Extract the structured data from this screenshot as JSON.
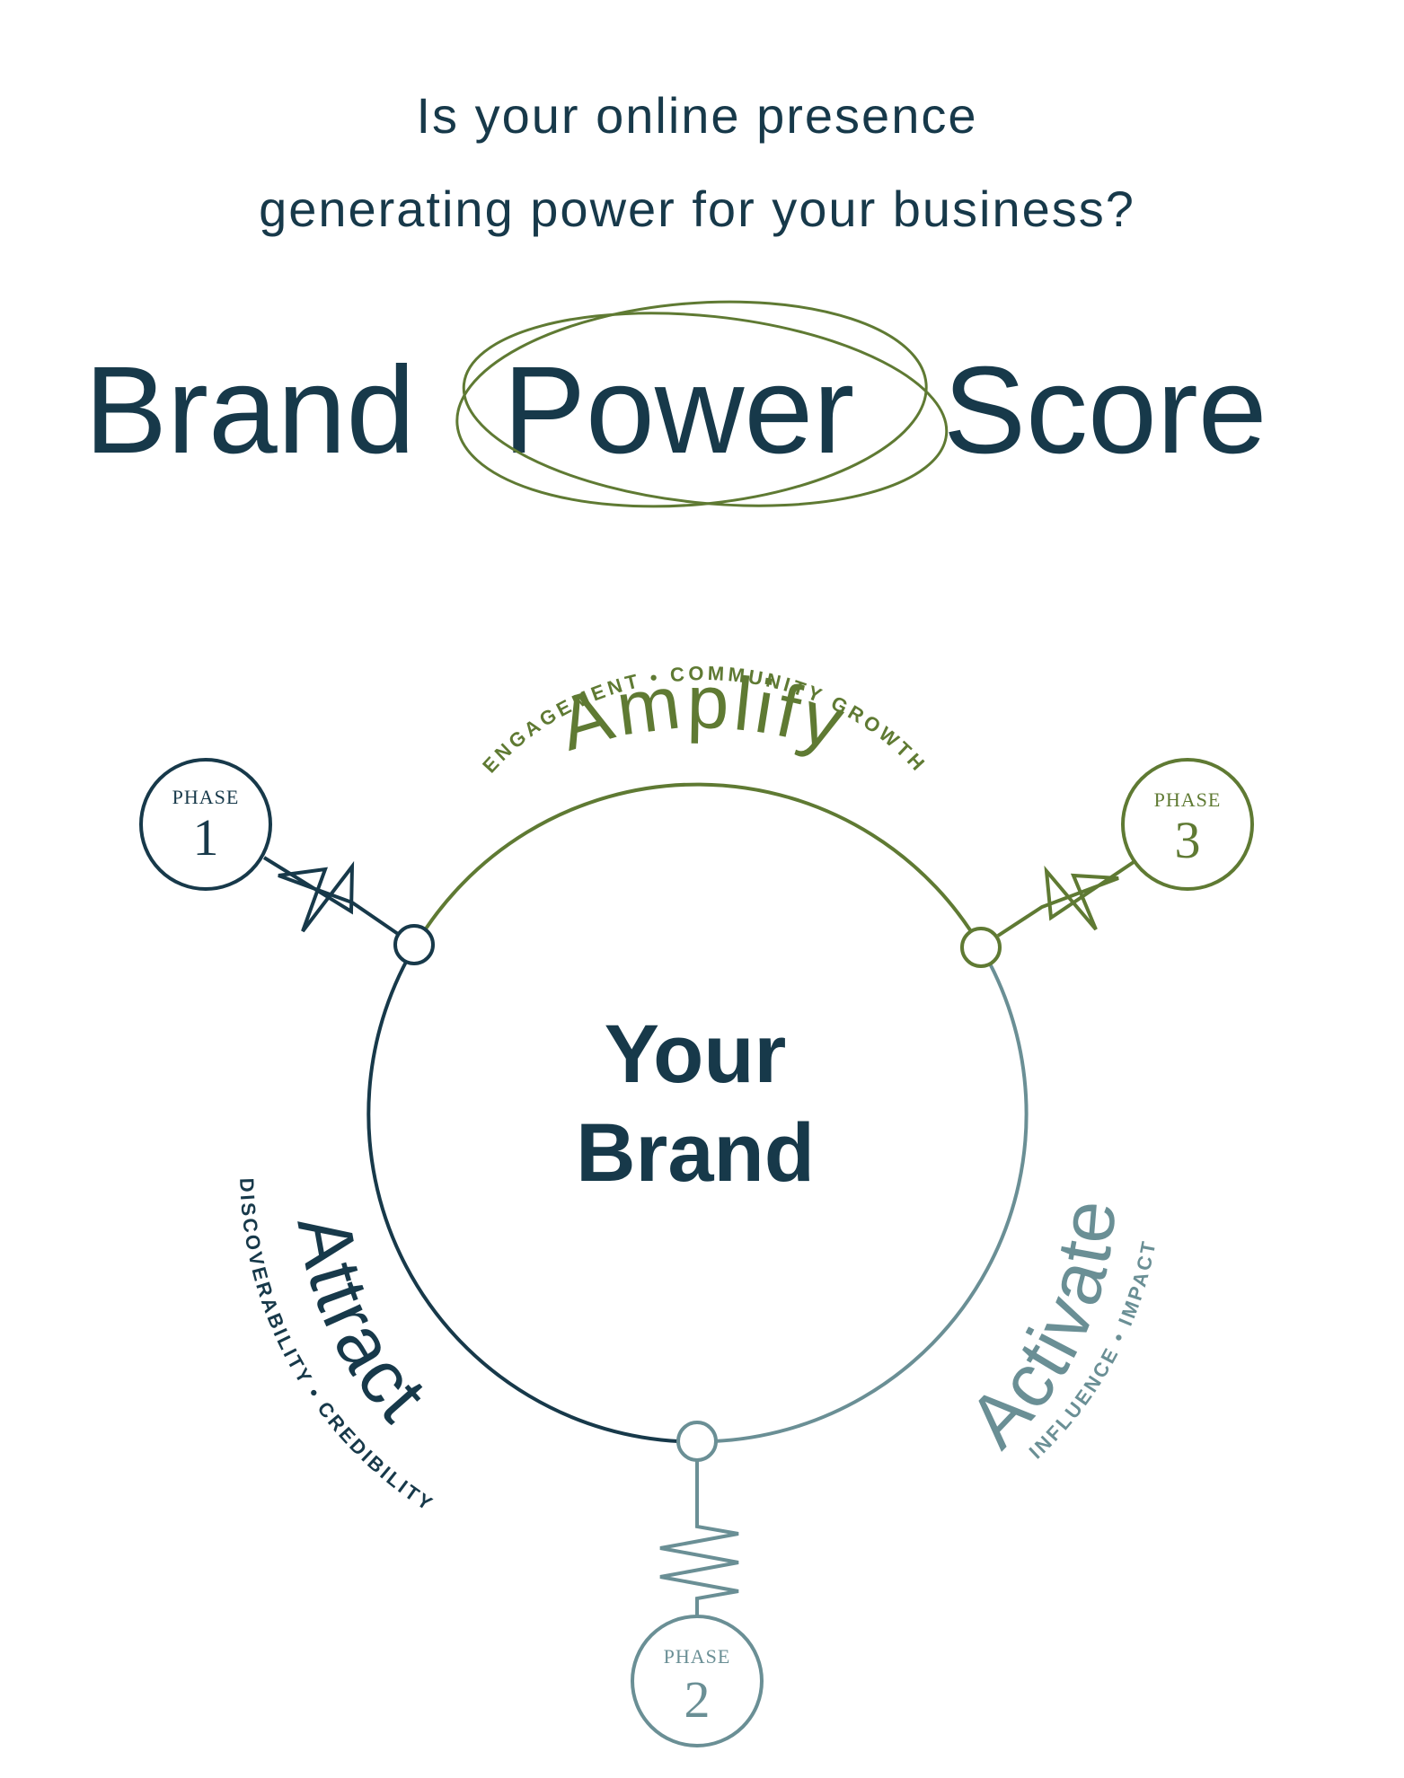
{
  "headline": {
    "line1": "Is your online presence",
    "line2": "generating power for your business?"
  },
  "title": {
    "word1": "Brand",
    "word2": "Power",
    "word3": "Score"
  },
  "center": {
    "line1": "Your",
    "line2": "Brand"
  },
  "segments": {
    "amplify": {
      "name": "Amplify",
      "sub": "ENGAGEMENT • COMMUNITY GROWTH"
    },
    "attract": {
      "name": "Attract",
      "sub": "DISCOVERABILITY • CREDIBILITY"
    },
    "activate": {
      "name": "Activate",
      "sub": "INFLUENCE • IMPACT"
    }
  },
  "phases": {
    "p1": {
      "label": "PHASE",
      "number": "1"
    },
    "p2": {
      "label": "PHASE",
      "number": "2"
    },
    "p3": {
      "label": "PHASE",
      "number": "3"
    }
  },
  "colors": {
    "navy": "#17394a",
    "olive": "#5f7a33",
    "slate": "#6a8f95"
  }
}
